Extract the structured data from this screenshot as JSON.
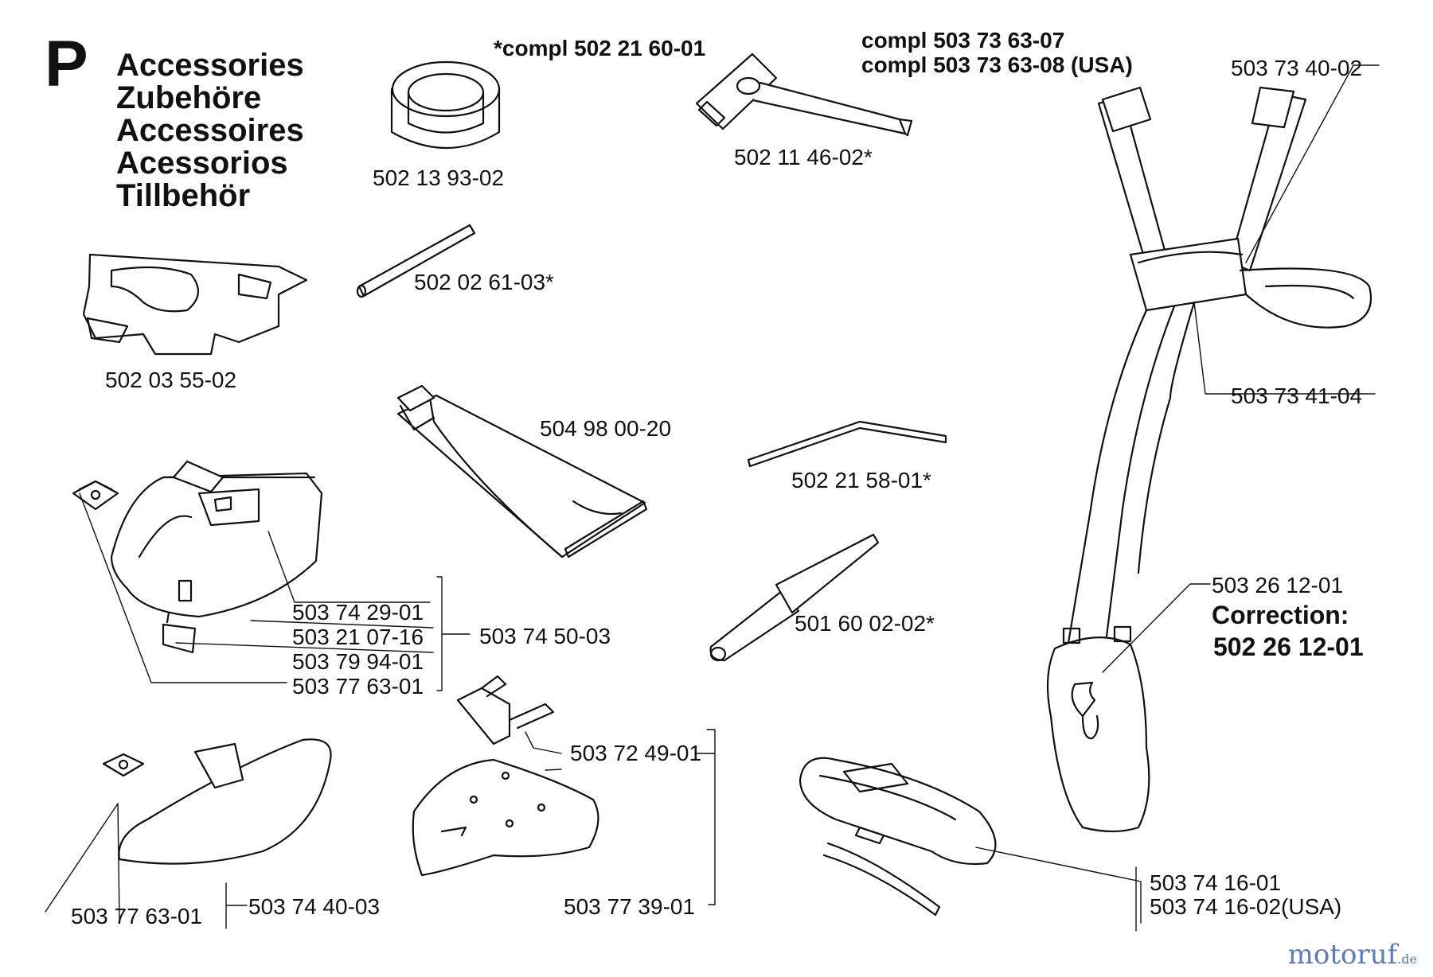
{
  "section": {
    "letter": "P",
    "titles": [
      "Accessories",
      "Zubehöre",
      "Accessoires",
      "Acessorios",
      "Tillbehör"
    ]
  },
  "labels": {
    "compl_502216001": "*compl 502 21 60-01",
    "compl_503736307": "compl 503 73 63-07",
    "compl_503736308": "compl 503 73 63-08 (USA)",
    "p_502139302": "502 13 93-02",
    "p_502114602": "502 11 46-02*",
    "p_503734002": "503 73 40-02",
    "p_502026103": "502 02 61-03*",
    "p_502035502": "502 03 55-02",
    "p_503734104": "503 73 41-04",
    "p_504980020": "504 98 00-20",
    "p_502215801": "502 21 58-01*",
    "p_503742901": "503 74 29-01",
    "p_503210716": "503 21 07-16",
    "p_503799401": "503 79 94-01",
    "p_503776301a": "503 77 63-01",
    "p_503745003": "503 74 50-03",
    "p_501600202": "501 60 02-02*",
    "p_503261201": "503 26 12-01",
    "correction_title": "Correction:",
    "correction_value": "502 26 12-01",
    "p_503724901": "503 72 49-01",
    "p_503776301b": "503 77 63-01",
    "p_503744003": "503 74 40-03",
    "p_503773901": "503 77 39-01",
    "p_503741601": "503 74 16-01",
    "p_503741602": "503 74 16-02(USA)"
  },
  "watermark": {
    "main": "motoruf",
    "tld": ".de"
  }
}
